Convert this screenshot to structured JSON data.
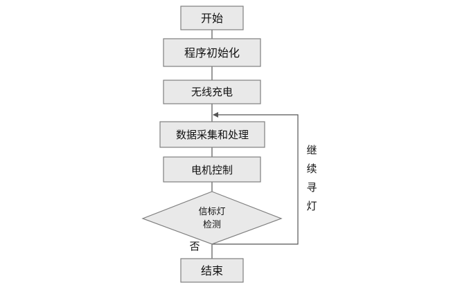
{
  "diagram": {
    "start": "开始",
    "init": "程序初始化",
    "charge": "无线充电",
    "data_process": "数据采集和处理",
    "motor": "电机控制",
    "decision_line1": "信标灯",
    "decision_line2": "检测",
    "no_label": "否",
    "end": "结束",
    "loop_label": [
      "继",
      "续",
      "寻",
      "灯"
    ]
  }
}
